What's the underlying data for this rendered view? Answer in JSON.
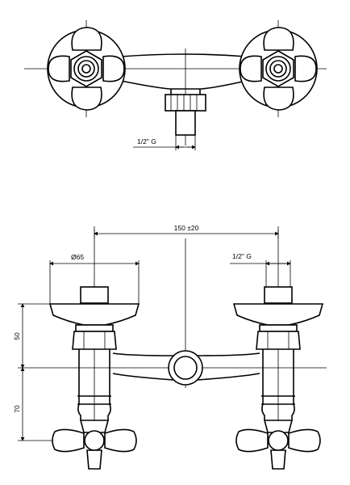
{
  "top_view": {
    "thread_label": "1/2\" G"
  },
  "front_view": {
    "centers_label": "150 ±20",
    "diameter_label": "Ø65",
    "thread_label": "1/2\" G",
    "height_upper_label": "50",
    "height_lower_label": "70"
  },
  "colors": {
    "line": "#000000",
    "background": "#ffffff"
  }
}
